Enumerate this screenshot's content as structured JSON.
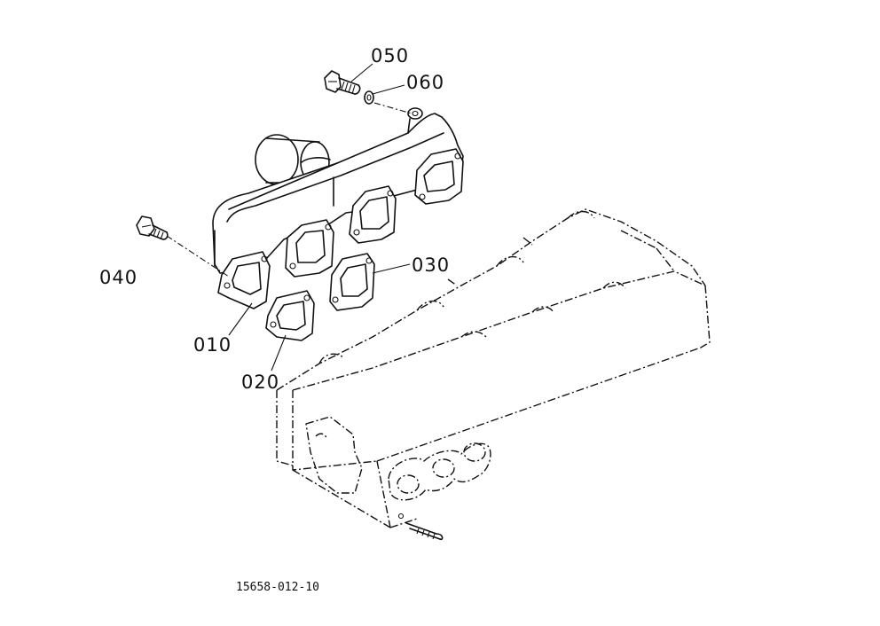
{
  "diagram": {
    "callouts": [
      {
        "id": "050",
        "label": "050"
      },
      {
        "id": "060",
        "label": "060"
      },
      {
        "id": "040",
        "label": "040"
      },
      {
        "id": "030",
        "label": "030"
      },
      {
        "id": "010",
        "label": "010"
      },
      {
        "id": "020",
        "label": "020"
      }
    ],
    "drawing_number": "15658-012-10"
  }
}
